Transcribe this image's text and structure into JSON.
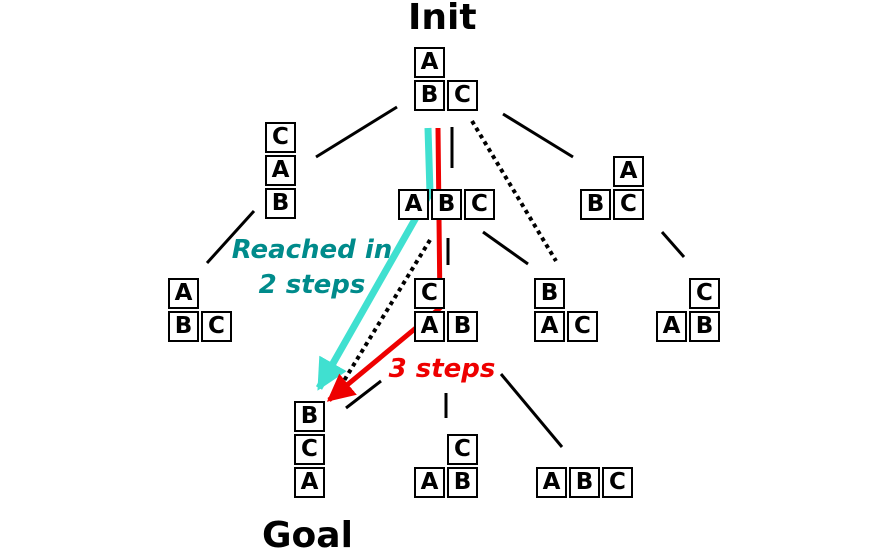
{
  "labels": {
    "init": "Init",
    "goal": "Goal",
    "reached_line1": "Reached in",
    "reached_line2": "2 steps",
    "three_steps": "3 steps"
  },
  "colors": {
    "teal_path": "#40e0d0",
    "teal_text": "#008b8b",
    "red_path": "#ee0000",
    "red_text": "#ee0000"
  },
  "states": [
    {
      "id": "init",
      "blocks": [
        "A",
        "B",
        "C"
      ]
    },
    {
      "id": "tower-cab",
      "blocks": [
        "C",
        "A",
        "B"
      ]
    },
    {
      "id": "all-on-table",
      "blocks": [
        "A",
        "B",
        "C"
      ]
    },
    {
      "id": "a-on-c-b-table",
      "blocks": [
        "A",
        "B",
        "C"
      ]
    },
    {
      "id": "a-on-b-c-table",
      "blocks": [
        "A",
        "B",
        "C"
      ]
    },
    {
      "id": "c-on-a-b-table",
      "blocks": [
        "C",
        "A",
        "B"
      ]
    },
    {
      "id": "b-on-a-c-table",
      "blocks": [
        "B",
        "A",
        "C"
      ]
    },
    {
      "id": "c-on-b-a-table",
      "blocks": [
        "C",
        "A",
        "B"
      ]
    },
    {
      "id": "goal-tower-bca",
      "blocks": [
        "B",
        "C",
        "A"
      ]
    },
    {
      "id": "c-on-b-a-table-2",
      "blocks": [
        "C",
        "A",
        "B"
      ]
    },
    {
      "id": "all-on-table-2",
      "blocks": [
        "A",
        "B",
        "C"
      ]
    }
  ]
}
